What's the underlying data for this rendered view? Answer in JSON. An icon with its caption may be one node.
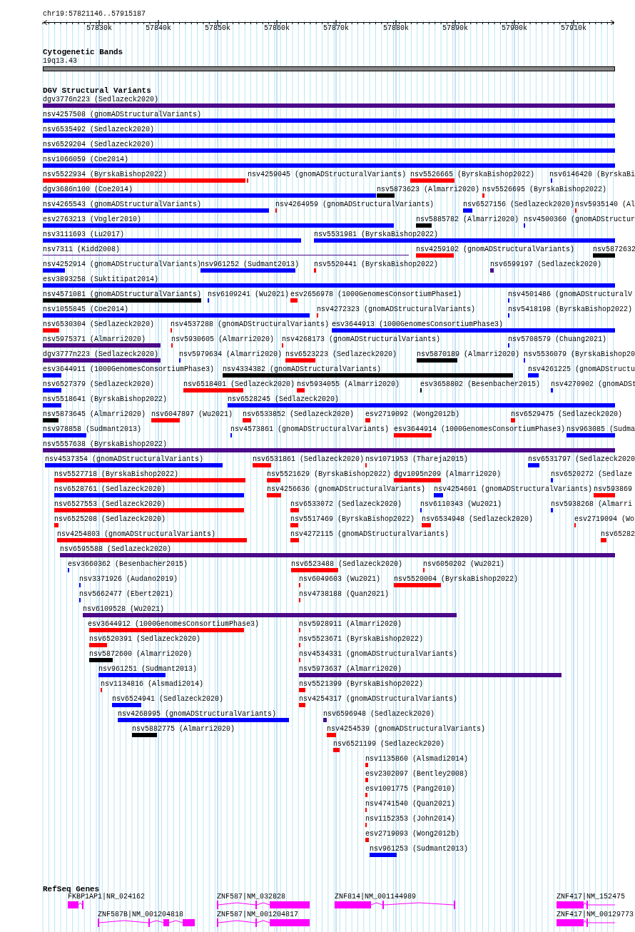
{
  "diagram": {
    "labels": [
      "chr19:57821146..57915187",
      "57830k",
      "57840k",
      "57850k",
      "57860k",
      "57870k",
      "57880k",
      "57890k",
      "57900k",
      "57910k",
      "Cytogenetic Bands",
      "19q13.43",
      "DGV Structural Variants",
      "dgv3776n223 (Sedlazeck2020)",
      "nsv4257508 (gnomADStructuralVariants)",
      "nsv6535492 (Sedlazeck2020)",
      "nsv6529204 (Sedlazeck2020)",
      "nsv1066059 (Coe2014)",
      "nsv5522934 (ByrskaBishop2022)",
      "nsv4259045 (gnomADStructuralVariants)",
      "nsv5526665 (ByrskaBishop2022)",
      "nsv6146420 (ByrskaBi",
      "dgv3686n100 (Coe2014)",
      "nsv5873623 (Almarri2020)",
      "nsv5526695 (ByrskaBishop2022)",
      "nsv4265543 (gnomADStructuralVariants)",
      "nsv4264959 (gnomADStructuralVariants)",
      "nsv6527156 (Sedlazeck2020)",
      "nsv5935140 (Al",
      "esv2763213 (Vogler2010)",
      "nsv5885782 (Almarri2020)",
      "nsv4500360 (gnomADStructur",
      "nsv3111693 (Lu2017)",
      "nsv5531981 (ByrskaBishop2022)",
      "nsv7311 (Kidd2008)",
      "nsv4259102 (gnomADStructuralVariants)",
      "nsv5872632",
      "nsv4252914 (gnomADStructuralVariants)",
      "nsv961252 (Sudmant2013)",
      "nsv5520441 (ByrskaBishop2022)",
      "nsv6599197 (Sedlazeck2020)",
      "esv3893258 (Suktitipat2014)",
      "nsv4571081 (gnomADStructuralVariants)",
      "nsv6109241 (Wu2021)",
      "esv2656978 (1000GenomesConsortiumPhase1)",
      "nsv4501486 (gnomADStructuralV",
      "nsv1055845 (Coe2014)",
      "nsv4272323 (gnomADStructuralVariants)",
      "nsv5418198 (ByrskaBishop2022)",
      "nsv6530304 (Sedlazeck2020)",
      "nsv4537288 (gnomADStructuralVariants)",
      "esv3644913 (1000GenomesConsortiumPhase3)",
      "nsv5975371 (Almarri2020)",
      "nsv5930605 (Almarri2020)",
      "nsv4268173 (gnomADStructuralVariants)",
      "nsv5708579 (Chuang2021)",
      "dgv3777n223 (Sedlazeck2020)",
      "nsv5979634 (Almarri2020)",
      "nsv6523223 (Sedlazeck2020)",
      "nsv5870189 (Almarri2020)",
      "nsv5536079 (ByrskaBishop20",
      "esv3644911 (1000GenomesConsortiumPhase3)",
      "nsv4334382 (gnomADStructuralVariants)",
      "nsv4261225 (gnomADStructu",
      "nsv6527379 (Sedlazeck2020)",
      "nsv6518401 (Sedlazeck2020)",
      "nsv5934055 (Almarri2020)",
      "esv3658802 (Besenbacher2015)",
      "nsv4270902 (gnomADSt",
      "nsv5518641 (ByrskaBishop2022)",
      "nsv6528245 (Sedlazeck2020)",
      "nsv5873645 (Almarri2020)",
      "nsv6047897 (Wu2021)",
      "nsv6533852 (Sedlazeck2020)",
      "esv2719092 (Wong2012b)",
      "nsv6529475 (Sedlazeck2020)",
      "nsv978858 (Sudmant2013)",
      "nsv4573861 (gnomADStructuralVariants)",
      "esv3644914 (1000GenomesConsortiumPhase3)",
      "nsv963085 (Sudma",
      "nsv5557638 (ByrskaBishop2022)",
      "nsv4537354 (gnomADStructuralVariants)",
      "nsv6531861 (Sedlazeck2020)",
      "nsv1071953 (Thareja2015)",
      "nsv6531797 (Sedlazeck2020",
      "nsv5527718 (ByrskaBishop2022)",
      "nsv5521629 (ByrskaBishop2022)",
      "dgv1095n209 (Almarri2020)",
      "nsv6520272 (Sedlaze",
      "nsv6528761 (Sedlazeck2020)",
      "nsv4256636 (gnomADStructuralVariants)",
      "nsv4254601 (gnomADStructuralVariants)",
      "nsv593869",
      "nsv6527553 (Sedlazeck2020)",
      "nsv6533072 (Sedlazeck2020)",
      "nsv6110343 (Wu2021)",
      "nsv5938268 (Almarri",
      "nsv6525208 (Sedlazeck2020)",
      "nsv5517469 (ByrskaBishop2022)",
      "nsv6534948 (Sedlazeck2020)",
      "esv2719094 (Wo",
      "nsv4254803 (gnomADStructuralVariants)",
      "nsv4272115 (gnomADStructuralVariants)",
      "nsv65282",
      "nsv6595588 (Sedlazeck2020)",
      "esv3660362 (Besenbacher2015)",
      "nsv6523488 (Sedlazeck2020)",
      "nsv6050202 (Wu2021)",
      "nsv3371926 (Audano2019)",
      "nsv6049603 (Wu2021)",
      "nsv5520004 (ByrskaBishop2022)",
      "nsv5662477 (Ebert2021)",
      "nsv4738188 (Quan2021)",
      "nsv6109528 (Wu2021)",
      "esv3644912 (1000GenomesConsortiumPhase3)",
      "nsv5928911 (Almarri2020)",
      "nsv6520391 (Sedlazeck2020)",
      "nsv5523671 (ByrskaBishop2022)",
      "nsv5872600 (Almarri2020)",
      "nsv4534331 (gnomADStructuralVariants)",
      "nsv961251 (Sudmant2013)",
      "nsv5973637 (Almarri2020)",
      "nsv1134816 (Alsmadi2014)",
      "nsv5521399 (ByrskaBishop2022)",
      "nsv6524941 (Sedlazeck2020)",
      "nsv4254317 (gnomADStructuralVariants)",
      "nsv4268995 (gnomADStructuralVariants)",
      "nsv6596948 (Sedlazeck2020)",
      "nsv5882775 (Almarri2020)",
      "nsv4254539 (gnomADStructuralVariants)",
      "nsv6521199 (Sedlazeck2020)",
      "nsv1135860 (Alsmadi2014)",
      "esv2302097 (Bentley2008)",
      "esv1001775 (Pang2010)",
      "nsv4741540 (Quan2021)",
      "nsv1152353 (John2014)",
      "esv2719093 (Wong2012b)",
      "nsv961253 (Sudmant2013)",
      "RefSeq Genes",
      "FKBP1AP1|NR_024162",
      "ZNF587|NM_032828",
      "ZNF814|NM_001144989",
      "ZNF417|NM_152475",
      "ZNF587B|NM_001204818",
      "ZNF587|NM_001204817",
      "ZNF417|NM_00129773"
    ]
  }
}
